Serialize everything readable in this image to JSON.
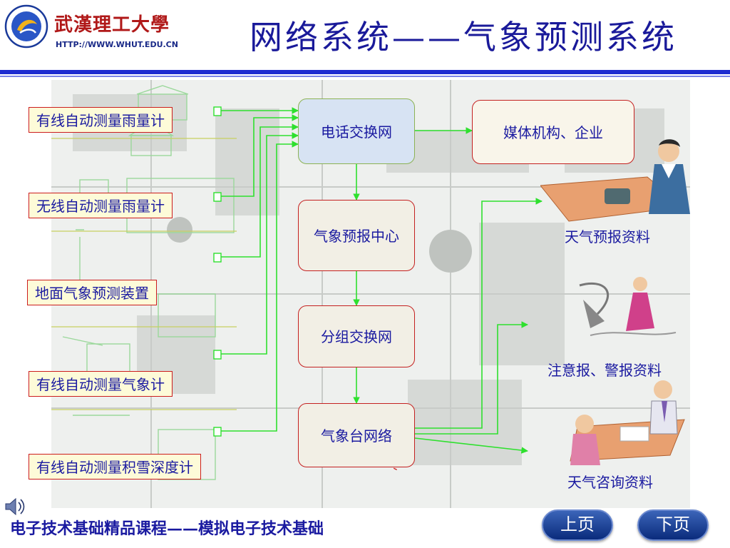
{
  "header": {
    "logo_text": "武漢理工大學",
    "logo_url": "HTTP://WWW.WHUT.EDU.CN",
    "title": "网络系统——气象预测系统"
  },
  "sources": [
    "有线自动测量雨量计",
    "无线自动测量雨量计",
    "地面气象预测装置",
    "有线自动测量气象计",
    "有线自动测量积雪深度计"
  ],
  "nodes": {
    "phone_exchange": "电话交换网",
    "media": "媒体机构、企业",
    "forecast_center": "气象预报中心",
    "packet_exchange": "分组交换网",
    "station_network": "气象台网络"
  },
  "outputs": {
    "weather_forecast": "天气预报资料",
    "warning": "注意报、警报资料",
    "consult": "天气咨询资料"
  },
  "footer": {
    "course": "电子技术基础精品课程——模拟电子技术基础"
  },
  "nav": {
    "prev": "上页",
    "next": "下页"
  },
  "colors": {
    "title": "#1a1a9a",
    "rule": "#1d2bd0",
    "box_border": "#c42020",
    "arrow": "#2ee02e"
  }
}
